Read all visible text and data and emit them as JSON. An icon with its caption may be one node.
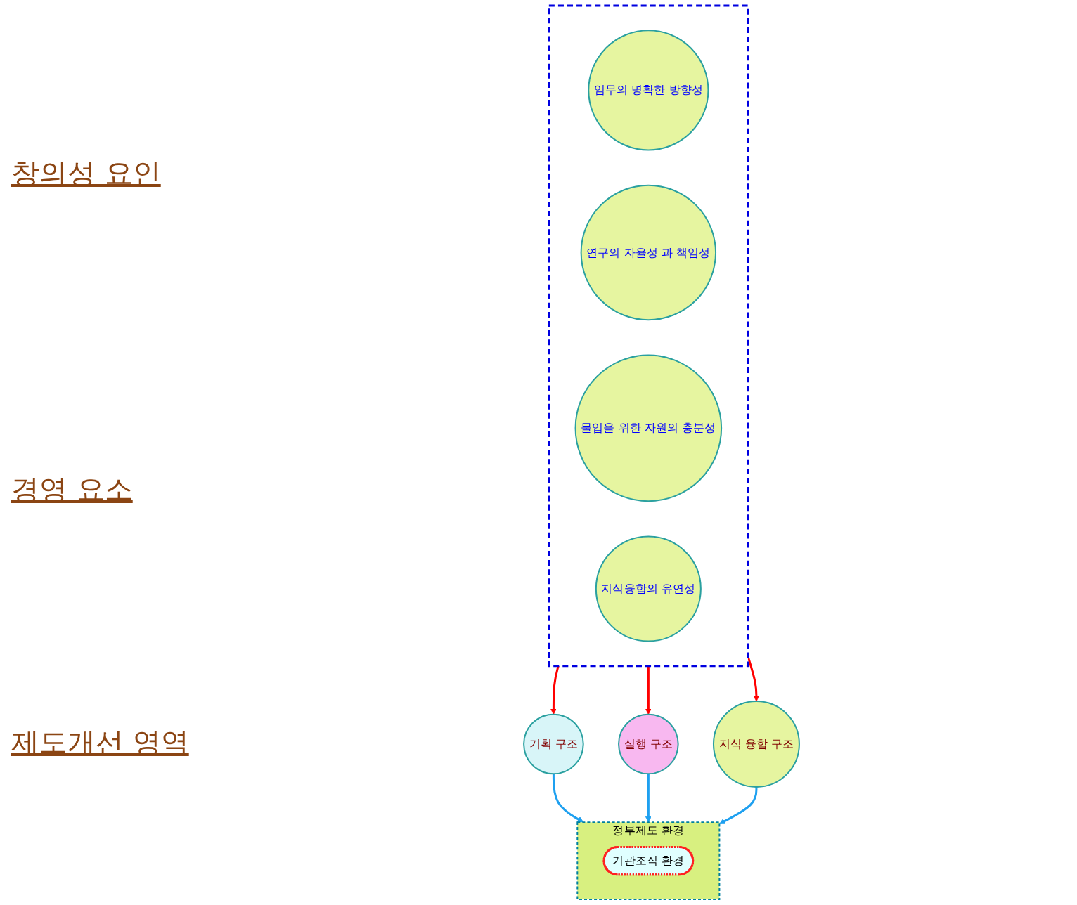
{
  "diagram": {
    "nodes": [
      {
        "text": [],
        "shape": "ellipse"
      },
      {
        "text": [
          "임무의 명확한 방향성"
        ],
        "in": 0
      },
      {
        "text": [
          "연구의 자율성 과 책임성"
        ],
        "in": 0
      },
      {
        "text": [
          "물입을 위한 자원의 충분성"
        ],
        "in": 0
      },
      {
        "text": [
          "지식융합의 유연성"
        ],
        "in": 0
      },
      {
        "text": [
          "기획 구조"
        ]
      },
      {
        "text": [
          "실행 구조"
        ]
      },
      {
        "text": [
          "지식 융합 구조"
        ]
      },
      {
        "text": [
          "정부제도 환경"
        ]
      },
      {
        "text": [
          "기관조직 환경"
        ],
        "in": 8
      }
    ],
    "edges": [
      {
        "from": 0,
        "to": 5,
        "arrow": "to",
        "color": "#ff0000"
      },
      {
        "from": 0,
        "to": 6,
        "arrow": "to",
        "color": "#ff0000"
      },
      {
        "from": 0,
        "to": 7,
        "arrow": "to",
        "color": "#ff0000"
      },
      {
        "from": 5,
        "to": 8,
        "arrow": "to",
        "color": "#1ea0f0"
      },
      {
        "from": 6,
        "to": 8,
        "arrow": "to",
        "color": "#1ea0f0"
      },
      {
        "from": 7,
        "to": 8,
        "arrow": "to",
        "color": "#1ea0f0"
      }
    ],
    "labels": [
      "창의성 요인",
      "경영 요소",
      "제도개선 영역"
    ]
  }
}
